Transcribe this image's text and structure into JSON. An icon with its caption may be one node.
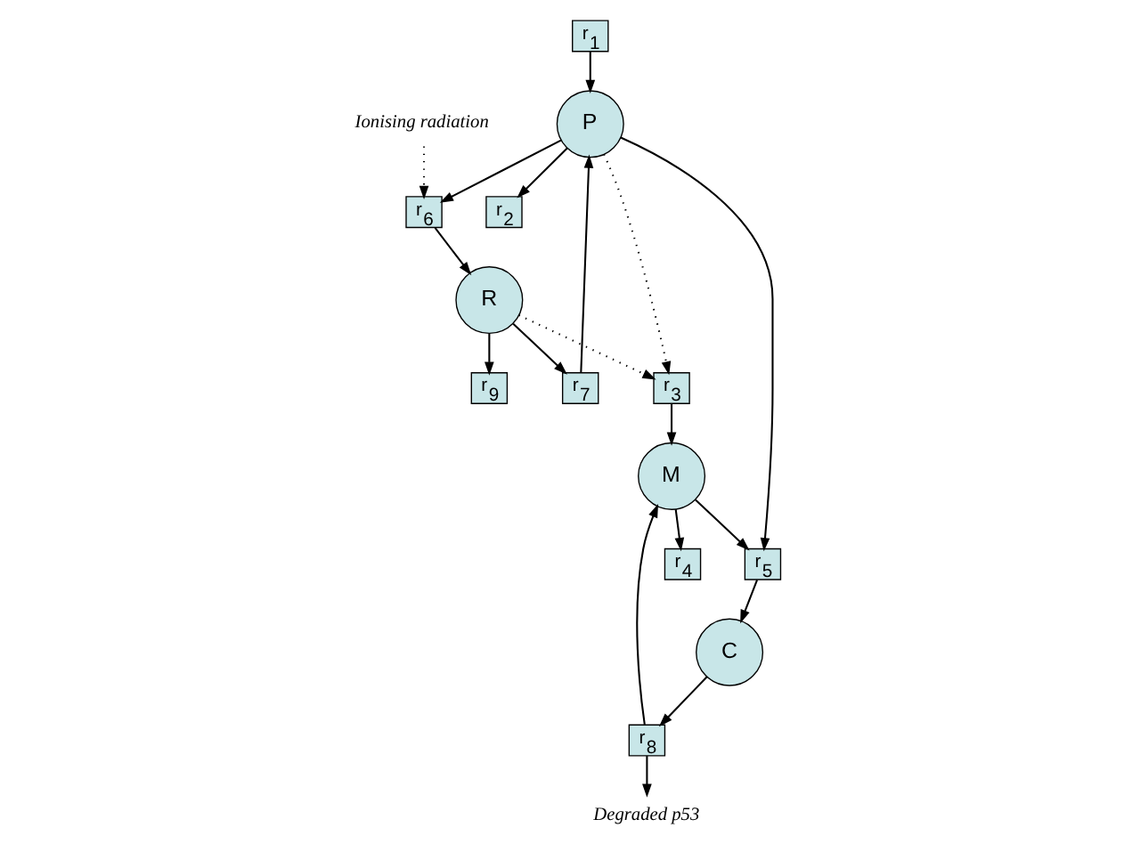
{
  "diagram": {
    "nodes": [
      {
        "text": [
          "r$_{4}$"
        ]
      },
      {
        "text": [
          "r$_{3}$"
        ]
      },
      {
        "text": [
          "M"
        ]
      },
      {
        "text": [
          "r$_{1}$"
        ]
      },
      {
        "text": [
          "r$_{5}$"
        ]
      },
      {
        "text": [
          "C"
        ]
      },
      {
        "text": [
          "r$_{8}$"
        ]
      },
      {
        "text": [
          "Degraded p53"
        ]
      },
      {
        "text": [
          "P"
        ]
      },
      {
        "text": [
          "r$_{2}$"
        ]
      },
      {
        "text": [
          "r$_{7}$"
        ]
      },
      {
        "text": [
          "r$_{6}$"
        ]
      },
      {
        "text": [
          "Ionising radiation"
        ]
      },
      {
        "text": [
          "R"
        ]
      },
      {
        "text": [
          "r$_{9}$"
        ]
      }
    ],
    "edges": [
      {
        "from": 1,
        "to": 2,
        "arrow": "to"
      },
      {
        "from": 2,
        "to": 0,
        "arrow": "to"
      },
      {
        "from": 2,
        "to": 4,
        "arrow": "to"
      },
      {
        "from": 8,
        "to": 4,
        "arrow": "to"
      },
      {
        "from": 4,
        "to": 5,
        "arrow": "to"
      },
      {
        "from": 5,
        "to": 6,
        "arrow": "to"
      },
      {
        "from": 6,
        "to": 7,
        "arrow": "to"
      },
      {
        "from": 6,
        "to": 2,
        "arrow": "to"
      },
      {
        "from": 3,
        "to": 8,
        "arrow": "to"
      },
      {
        "from": 8,
        "to": 9,
        "arrow": "to"
      },
      {
        "from": 8,
        "to": 11,
        "arrow": "to"
      },
      {
        "from": 10,
        "to": 8,
        "arrow": "to"
      },
      {
        "from": 11,
        "to": 13,
        "arrow": "to"
      },
      {
        "from": 13,
        "to": 10,
        "arrow": "to"
      },
      {
        "from": 13,
        "to": 14,
        "arrow": "to"
      },
      {
        "from": 12,
        "to": 11,
        "arrow": "to",
        "style": "dashed"
      },
      {
        "from": 8,
        "to": 1,
        "arrow": "to",
        "style": "dashed"
      },
      {
        "from": 13,
        "to": 1,
        "arrow": "to",
        "style": "dashed"
      }
    ]
  }
}
